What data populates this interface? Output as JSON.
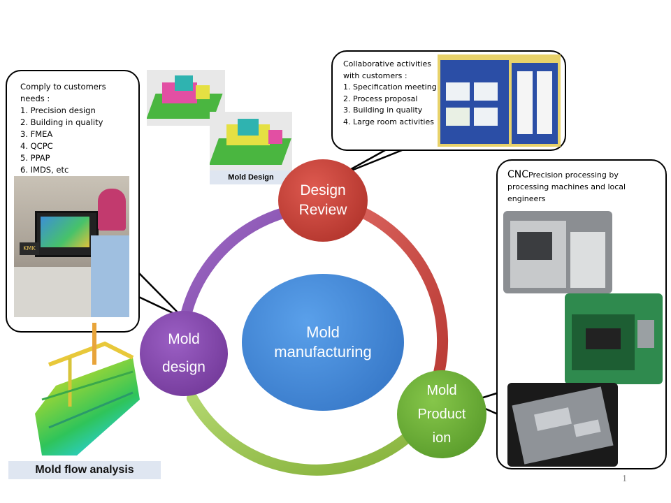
{
  "center": {
    "line1": "Mold",
    "line2": "manufacturing"
  },
  "nodes": {
    "design_review": {
      "line1": "Design",
      "line2": "Review"
    },
    "mold_design": {
      "line1": "Mold",
      "line2": "design"
    },
    "mold_production": {
      "line1": "Mold",
      "line2": "Product",
      "line3": "ion"
    }
  },
  "callouts": {
    "customers": {
      "heading_1": "Comply to customers",
      "heading_2": "needs :",
      "items": [
        "1. Precision design",
        "2. Building in quality",
        "3. FMEA",
        "4. QCPC",
        "5. PPAP",
        "6. IMDS, etc"
      ]
    },
    "collaborative": {
      "heading_1": "Collaborative activities",
      "heading_2": "with customers :",
      "items": [
        "1. Specification meeting",
        "2. Process proposal",
        "3. Building in quality",
        "4. Large room activities"
      ]
    },
    "cnc": {
      "bold": "CNC",
      "text_1": "Precision processing by",
      "text_2": "processing machines and local",
      "text_3": "engineers"
    }
  },
  "labels": {
    "mold_design": "Mold Design",
    "mold_flow": "Mold flow analysis",
    "page_number": "1"
  },
  "colors": {
    "design_review": "#c0392b",
    "mold_design": "#7d3c98",
    "mold_production": "#6aa832",
    "center": "#3a7fd5",
    "ring_red": "#c94a44",
    "ring_purple": "#8a56b3",
    "ring_green": "#9bc74f"
  }
}
